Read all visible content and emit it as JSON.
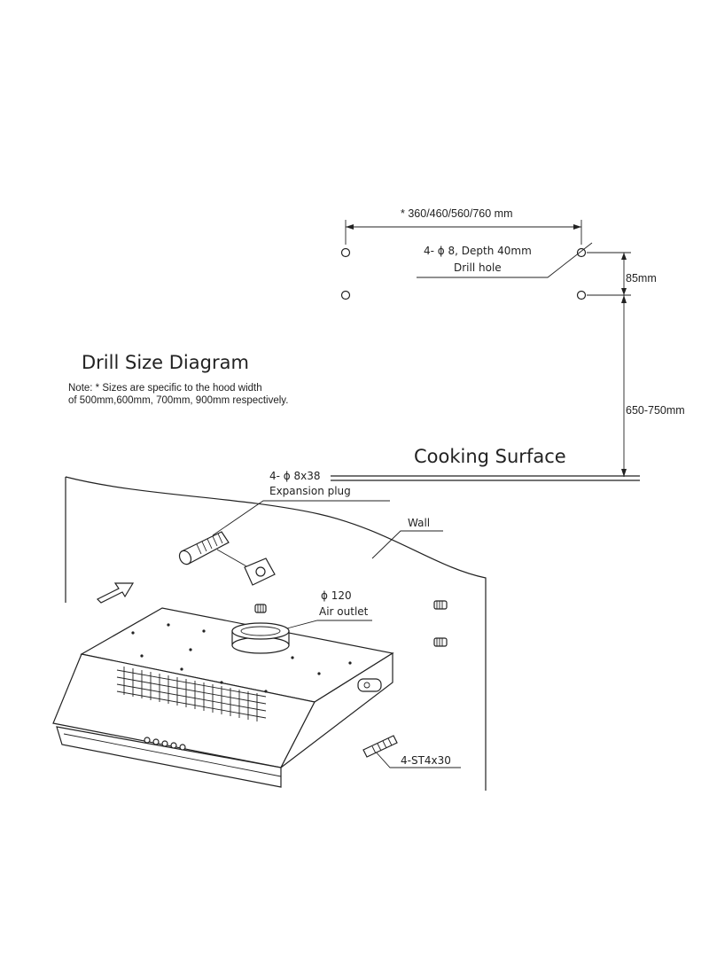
{
  "drill": {
    "title": "Drill Size Diagram",
    "note_line1": "Note: * Sizes are specific to the hood width",
    "note_line2": "of 500mm,600mm, 700mm, 900mm respectively.",
    "width_dim": "* 360/460/560/760 mm",
    "hole_spec": "4- ϕ 8,  Depth 40mm",
    "hole_label": "Drill hole",
    "vertical_gap": "85mm",
    "height_range": "650-750mm",
    "surface_label": "Cooking Surface"
  },
  "install": {
    "plug_spec": "4- ϕ 8x38",
    "plug_label": "Expansion plug",
    "wall_label": "Wall",
    "outlet_spec": "ϕ 120",
    "outlet_label": "Air outlet",
    "screw_label": "4-ST4x30"
  }
}
